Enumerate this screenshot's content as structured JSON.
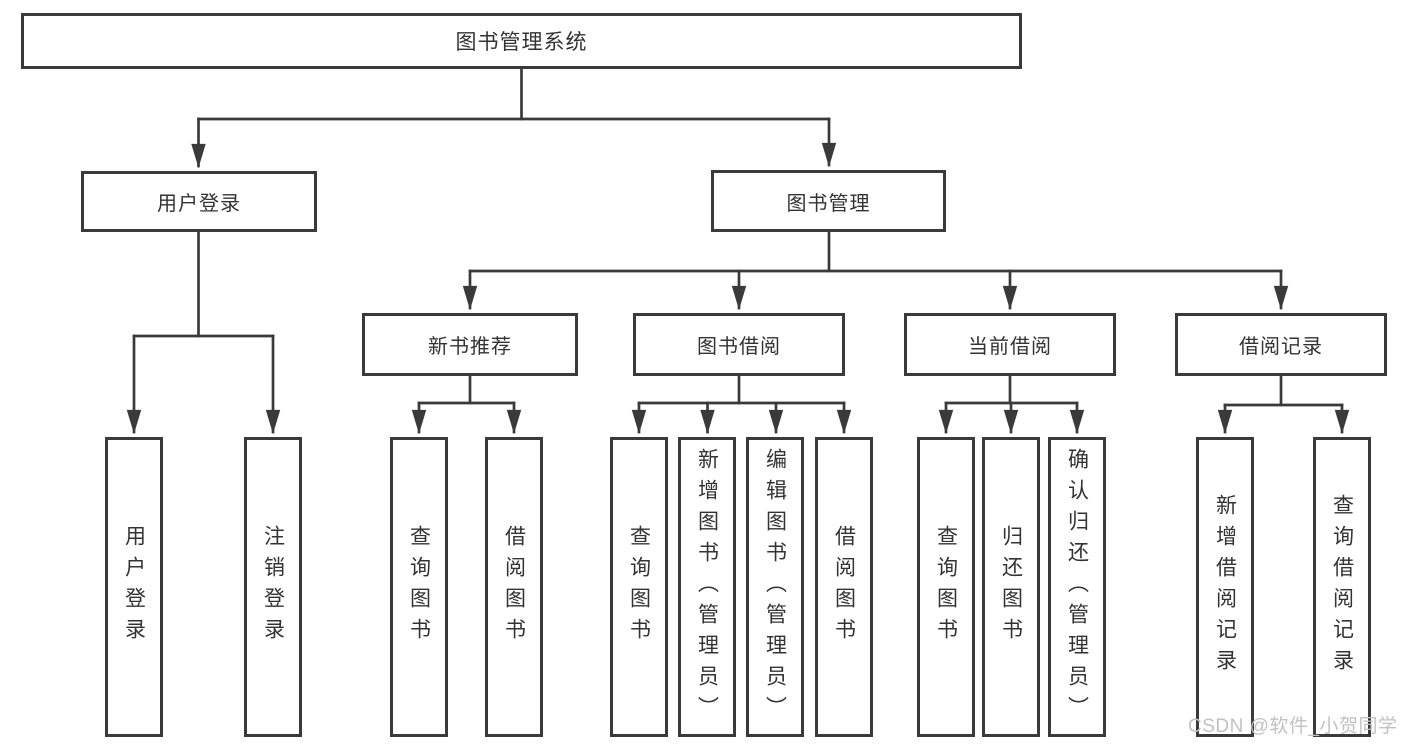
{
  "tree": {
    "root": {
      "label": "图书管理系统"
    },
    "branches": [
      {
        "label": "用户登录",
        "leaves": [
          "用户登录",
          "注销登录"
        ]
      },
      {
        "label": "图书管理",
        "children": [
          {
            "label": "新书推荐",
            "leaves": [
              "查询图书",
              "借阅图书"
            ]
          },
          {
            "label": "图书借阅",
            "leaves": [
              "查询图书",
              "新增图书（管理员）",
              "编辑图书（管理员）",
              "借阅图书"
            ]
          },
          {
            "label": "当前借阅",
            "leaves": [
              "查询图书",
              "归还图书",
              "确认归还（管理员）"
            ]
          },
          {
            "label": "借阅记录",
            "leaves": [
              "新增借阅记录",
              "查询借阅记录"
            ]
          }
        ]
      }
    ]
  },
  "watermark": {
    "text": "CSDN @软件_小贺同学"
  },
  "colors": {
    "line": "#3a3a3a",
    "text": "#333333",
    "box_fill": "#ffffff",
    "watermark": "#c2c2c2",
    "background": "#ffffff"
  }
}
